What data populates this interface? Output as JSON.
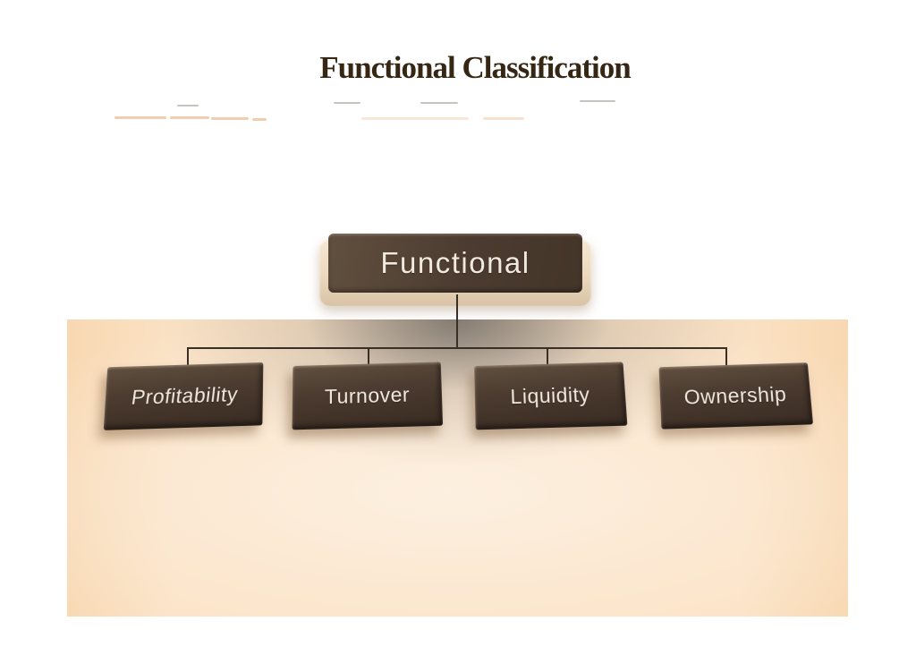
{
  "slide": {
    "title": "Functional Classification"
  },
  "diagram": {
    "type": "hierarchy",
    "root": {
      "label": "Functional"
    },
    "children": [
      {
        "label": "Profitability"
      },
      {
        "label": "Turnover"
      },
      {
        "label": "Liquidity"
      },
      {
        "label": "Ownership"
      }
    ]
  },
  "colors": {
    "title_text": "#362715",
    "node_face_light": "#61503f",
    "node_face": "#4b3b30",
    "node_face_dark": "#392c22",
    "node_text": "#f1e9dd",
    "tray_light": "#f6e8d2",
    "tray_dark": "#d8c3a5",
    "connector": "#3a2f25",
    "panel_edge": "#f8d8b2",
    "panel_mid": "#fbe2c5",
    "panel_light": "#fdefdf",
    "panel_sheen": "#8d8780"
  }
}
